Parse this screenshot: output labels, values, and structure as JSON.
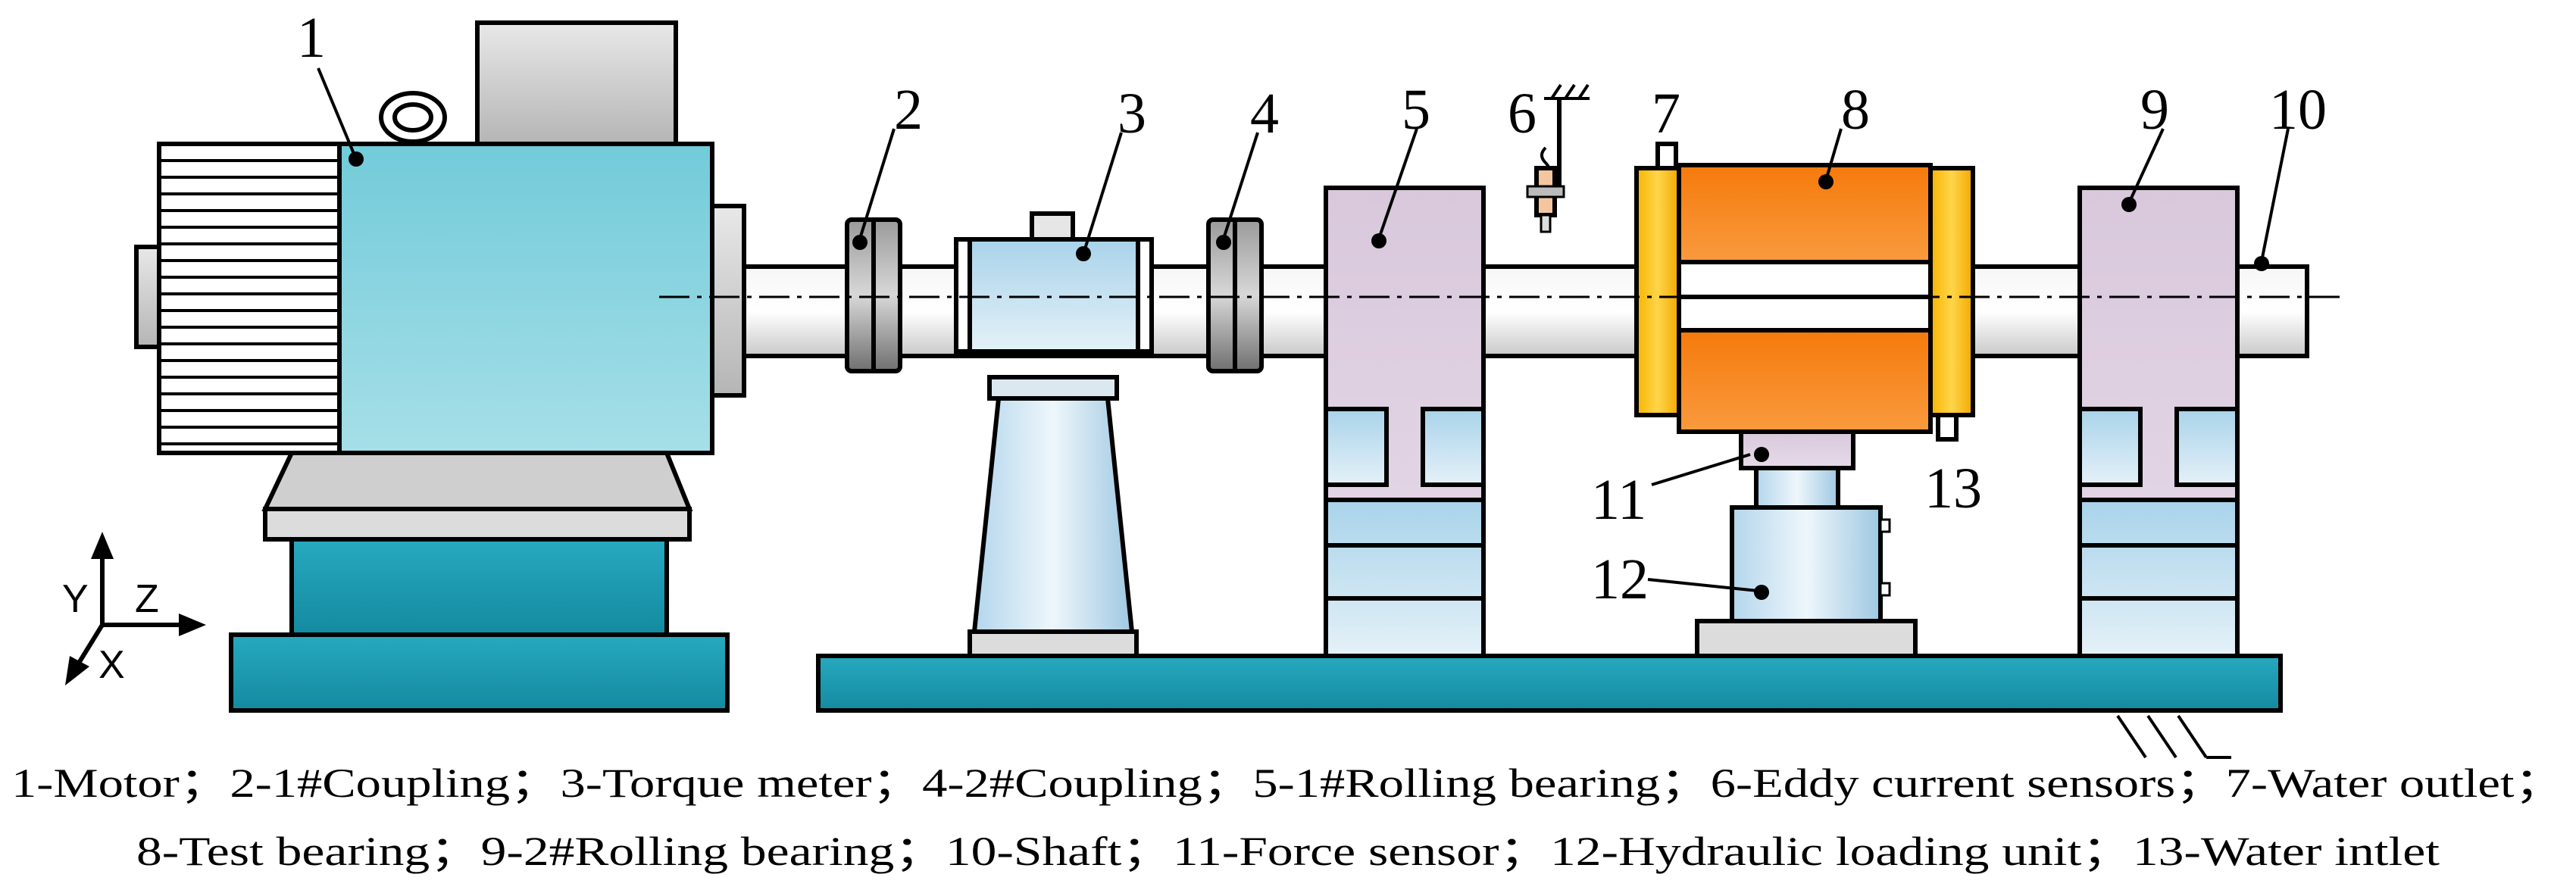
{
  "part_numbers": [
    "1",
    "2",
    "3",
    "4",
    "5",
    "6",
    "7",
    "8",
    "9",
    "10",
    "11",
    "12",
    "13"
  ],
  "axes": {
    "y": "Y",
    "z": "Z",
    "x": "X"
  },
  "caption": {
    "line1": "1-Motor；2-1#Coupling；3-Torque meter；4-2#Coupling；5-1#Rolling bearing；6-Eddy current sensors；7-Water outlet；",
    "line2": "8-Test bearing；9-2#Rolling bearing；10-Shaft；11-Force sensor；12-Hydraulic loading unit；13-Water intlet"
  },
  "colors": {
    "motor": "#7fd0de",
    "base": "#1f9fb5",
    "bearing_housing": "#dcccdf",
    "test_bearing_top": "#f47a10",
    "test_bearing_band": "#f8b800",
    "shaft": "#e4e4e4",
    "pedestal": "#c8e2f0"
  }
}
